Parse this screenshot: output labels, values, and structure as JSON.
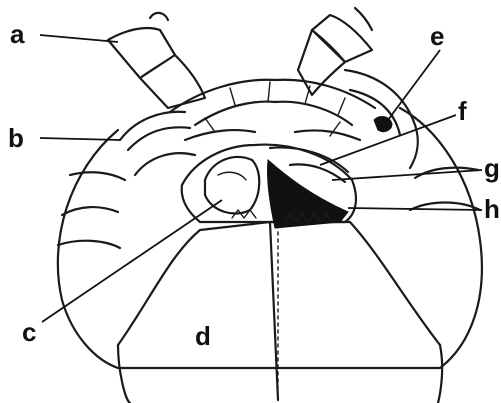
{
  "diagram": {
    "labels": [
      {
        "id": "a",
        "text": "a"
      },
      {
        "id": "b",
        "text": "b"
      },
      {
        "id": "c",
        "text": "c"
      },
      {
        "id": "d",
        "text": "d"
      },
      {
        "id": "e",
        "text": "e"
      },
      {
        "id": "f",
        "text": "f"
      },
      {
        "id": "g",
        "text": "g"
      },
      {
        "id": "h",
        "text": "h"
      }
    ]
  },
  "colors": {
    "ink": "#1a1a1a",
    "background": "#ffffff"
  }
}
